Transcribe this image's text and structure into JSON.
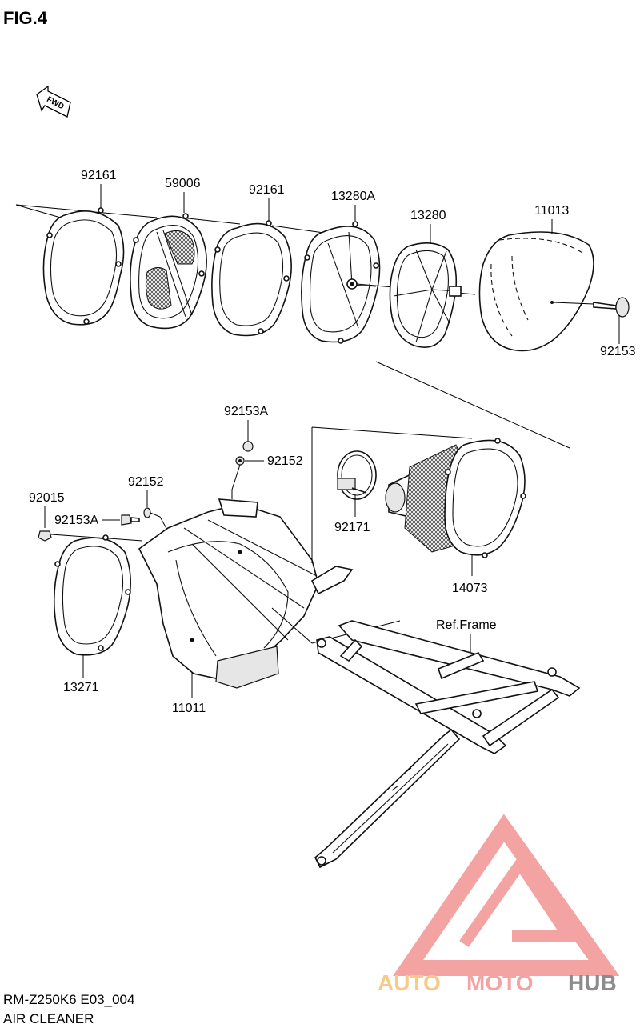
{
  "figure": {
    "title": "FIG.4",
    "fwd_label": "FWD"
  },
  "callouts": {
    "gasket_rear": "92161",
    "screen": "59006",
    "gasket_mid": "92161",
    "holder": "13280A",
    "frame_cage": "13280",
    "cover": "11013",
    "bolt_cover": "92153",
    "bolt_top": "92153A",
    "nut_top": "92152",
    "nut_left": "92152",
    "nut_flange": "92015",
    "bolt_left": "92153A",
    "clamp": "92171",
    "element": "14073",
    "gasket_front": "13271",
    "case": "11011",
    "ref_frame": "Ref.Frame"
  },
  "footer": {
    "model": "RM-Z250K6 E03_004",
    "section": "AIR CLEANER"
  },
  "watermark": {
    "text_a": "AUTO",
    "text_b": "MOTO",
    "text_c": "HUB",
    "color_main": "#f4a3a3",
    "color_dark": "#8c8c8c"
  }
}
